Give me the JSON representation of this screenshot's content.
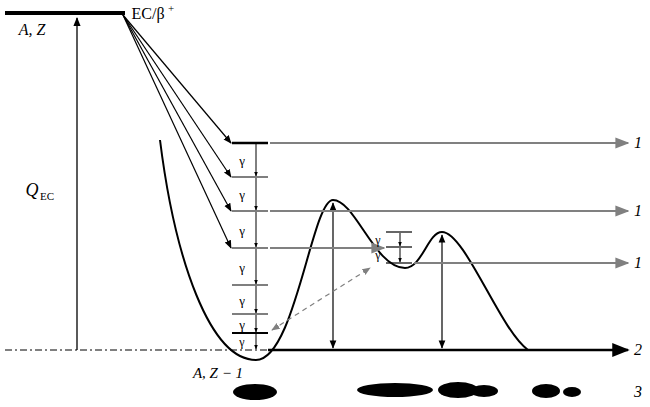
{
  "diagram": {
    "labels": [
      "A, Z",
      "EC/β",
      "+",
      "Q",
      "EC",
      "γ",
      "γ",
      "γ",
      "γ",
      "γ",
      "γ",
      "γ",
      "γ",
      "γ",
      "1",
      "1",
      "1",
      "2",
      "3",
      "A, Z − 1"
    ]
  }
}
